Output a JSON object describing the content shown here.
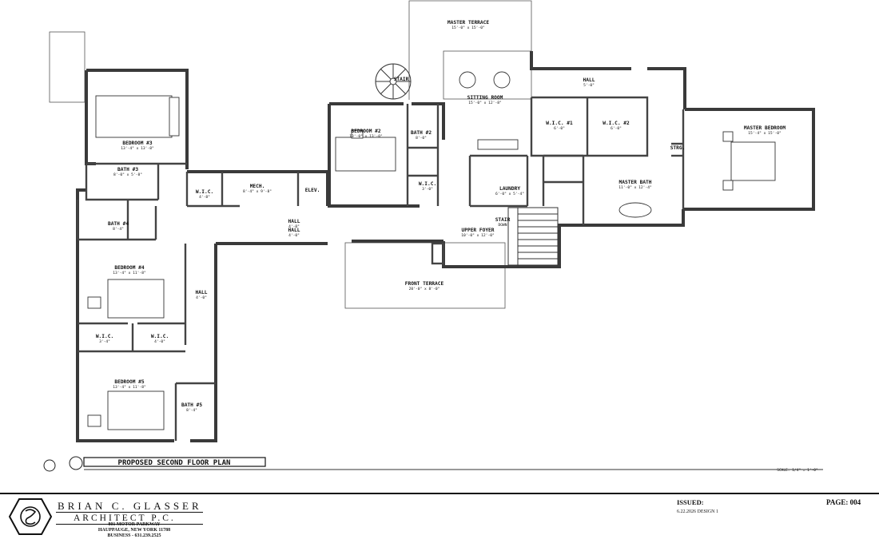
{
  "plan": {
    "title": "PROPOSED SECOND FLOOR PLAN",
    "scale": "SCALE: 1/4\" = 1'-0\"",
    "rooms": [
      {
        "key": "bed3",
        "label": "BEDROOM #3",
        "dim": "13'-4\" x 13'-8\""
      },
      {
        "key": "bath3",
        "label": "BATH #3",
        "dim": "8'-0\" x 5'-8\""
      },
      {
        "key": "wic_a",
        "label": "W.I.C.",
        "dim": "4'-8\""
      },
      {
        "key": "mech",
        "label": "MECH.",
        "dim": "8'-4\" x 9'-8\""
      },
      {
        "key": "elev",
        "label": "ELEV.",
        "dim": ""
      },
      {
        "key": "bath4",
        "label": "BATH #4",
        "dim": "8'-4\""
      },
      {
        "key": "bed4",
        "label": "BEDROOM #4",
        "dim": "13'-4\" x 11'-8\""
      },
      {
        "key": "hall_l",
        "label": "HALL",
        "dim": "4'-0\""
      },
      {
        "key": "wic_b",
        "label": "W.I.C.",
        "dim": "3'-4\""
      },
      {
        "key": "wic_c",
        "label": "W.I.C.",
        "dim": "4'-0\""
      },
      {
        "key": "bed5",
        "label": "BEDROOM #5",
        "dim": "13'-4\" x 11'-8\""
      },
      {
        "key": "bath5",
        "label": "BATH #5",
        "dim": "8'-4\""
      },
      {
        "key": "hall_c",
        "label": "HALL",
        "dim": "4'-0\""
      },
      {
        "key": "bed2",
        "label": "BEDROOM #2",
        "dim": "13'-0\" x 13'-0\""
      },
      {
        "key": "bath2",
        "label": "BATH #2",
        "dim": "8'-0\""
      },
      {
        "key": "wic_d",
        "label": "W.I.C.",
        "dim": "3'-0\""
      },
      {
        "key": "stair_s",
        "label": "STAIR",
        "dim": ""
      },
      {
        "key": "sitting",
        "label": "SITTING ROOM",
        "dim": "15'-0\" x 12'-8\""
      },
      {
        "key": "mterr",
        "label": "MASTER TERRACE",
        "dim": "15'-0\" x 15'-0\""
      },
      {
        "key": "hall_r",
        "label": "HALL",
        "dim": "5'-0\""
      },
      {
        "key": "wic1",
        "label": "W.I.C. #1",
        "dim": "6'-0\""
      },
      {
        "key": "wic2",
        "label": "W.I.C. #2",
        "dim": "6'-0\""
      },
      {
        "key": "laundry",
        "label": "LAUNDRY",
        "dim": "6'-0\" x 5'-4\""
      },
      {
        "key": "mbath",
        "label": "MASTER BATH",
        "dim": "11'-0\" x 12'-4\""
      },
      {
        "key": "mbed",
        "label": "MASTER BEDROOM",
        "dim": "15'-4\" x 15'-0\""
      },
      {
        "key": "stor",
        "label": "STRG.",
        "dim": ""
      },
      {
        "key": "foyer",
        "label": "UPPER FOYER",
        "dim": "10'-0\" x 12'-0\""
      },
      {
        "key": "stair",
        "label": "STAIR",
        "dim": "DOWN"
      },
      {
        "key": "hall_m",
        "label": "HALL",
        "dim": "4'-0\""
      },
      {
        "key": "fterr",
        "label": "FRONT TERRACE",
        "dim": "20'-0\" x 8'-0\""
      }
    ]
  },
  "titleblock": {
    "firm_line1": "BRIAN C. GLASSER",
    "firm_line2": "ARCHITECT P.C.",
    "address1": "801 MOTOR PARKWAY",
    "address2": "HAUPPAUGE, NEW YORK 11788",
    "phone": "BUSINESS - 631.239.2525",
    "issued_label": "ISSUED:",
    "issued_value": "6.22.2026   DESIGN 1",
    "page": "PAGE: 004"
  }
}
